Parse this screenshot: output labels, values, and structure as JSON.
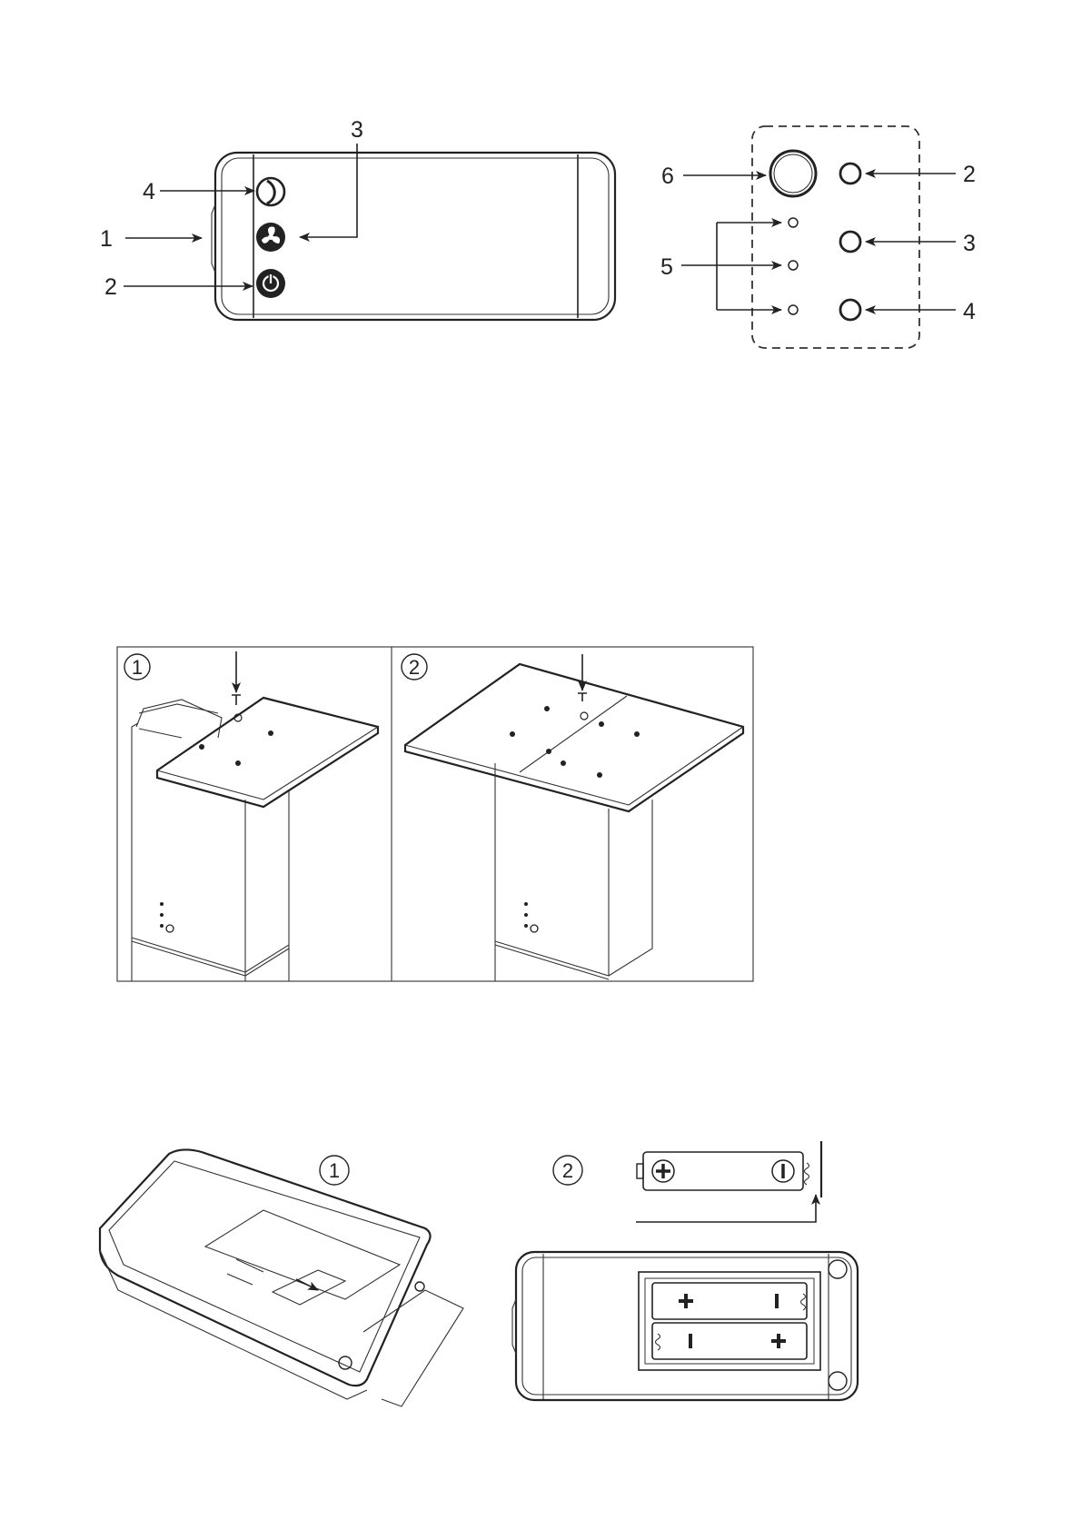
{
  "remote_front": {
    "callouts": [
      {
        "id": "1",
        "label": "1"
      },
      {
        "id": "2",
        "label": "2"
      },
      {
        "id": "3",
        "label": "3"
      },
      {
        "id": "4",
        "label": "4"
      }
    ],
    "icons": [
      "flame-icon",
      "fan-icon",
      "power-icon"
    ]
  },
  "control_panel": {
    "callouts": [
      {
        "id": "6",
        "label": "6"
      },
      {
        "id": "2",
        "label": "2"
      },
      {
        "id": "5",
        "label": "5"
      },
      {
        "id": "3",
        "label": "3"
      },
      {
        "id": "4",
        "label": "4"
      }
    ]
  },
  "panel_mount": {
    "steps": [
      {
        "label": "1"
      },
      {
        "label": "2"
      }
    ]
  },
  "battery_install": {
    "steps": [
      {
        "label": "1"
      },
      {
        "label": "2"
      }
    ],
    "icons": [
      "plus-icon",
      "minus-icon",
      "spring-icon"
    ]
  },
  "colors": {
    "line": "#222222",
    "background": "#ffffff"
  }
}
